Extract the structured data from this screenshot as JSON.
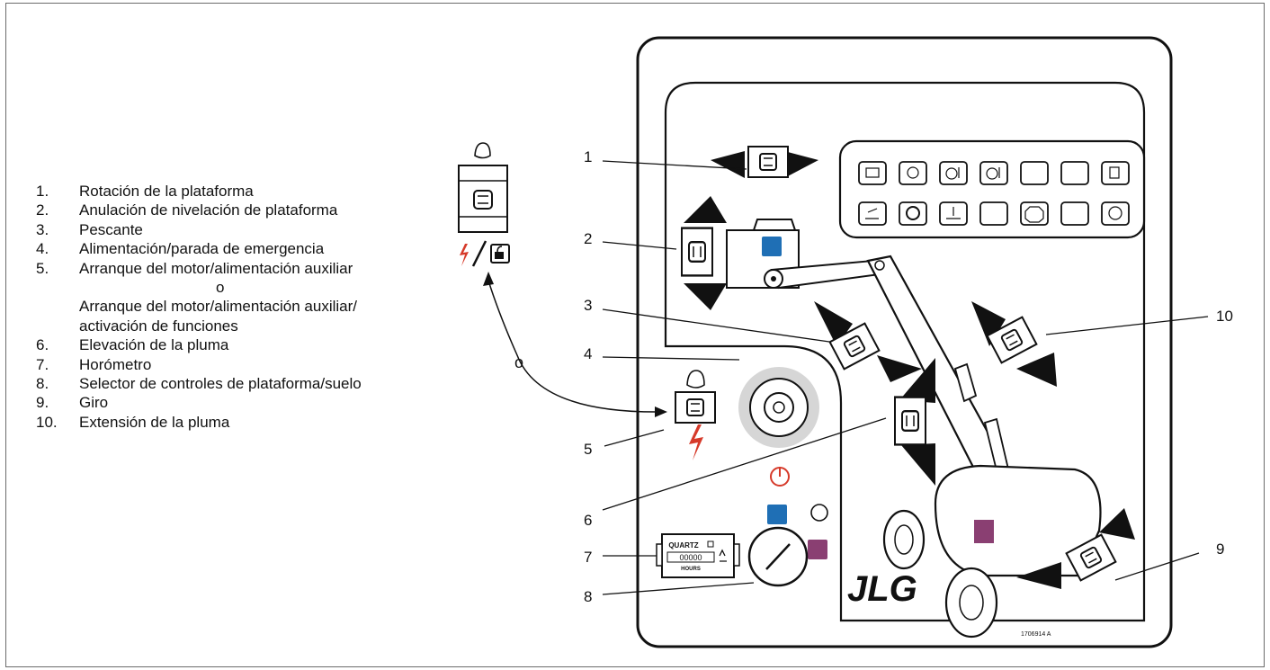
{
  "legend": {
    "items": [
      {
        "num": "1.",
        "text": "Rotación de la plataforma"
      },
      {
        "num": "2.",
        "text": "Anulación de nivelación de plataforma"
      },
      {
        "num": "3.",
        "text": "Pescante"
      },
      {
        "num": "4.",
        "text": "Alimentación/parada de emergencia"
      },
      {
        "num": "5.",
        "text": "Arranque del motor/alimentación auxiliar"
      }
    ],
    "or_word": "o",
    "item5_alt_line1": "Arranque del motor/alimentación auxiliar/",
    "item5_alt_line2": "activación de funciones",
    "items_rest": [
      {
        "num": "6.",
        "text": "Elevación de la pluma"
      },
      {
        "num": "7.",
        "text": "Horómetro"
      },
      {
        "num": "8.",
        "text": "Selector de controles de plataforma/suelo"
      },
      {
        "num": "9.",
        "text": "Giro"
      },
      {
        "num": "10.",
        "text": "Extensión de la pluma"
      }
    ]
  },
  "callouts": {
    "c1": "1",
    "c2": "2",
    "c3": "3",
    "c4": "4",
    "c5": "5",
    "c6": "6",
    "c7": "7",
    "c8": "8",
    "c9": "9",
    "c10": "10",
    "or_label": "o"
  },
  "hourmeter": {
    "brand": "QUARTZ",
    "digits": "00000",
    "unit": "HOURS"
  },
  "logo_text": "JLG",
  "part_number": "1706914 A",
  "colors": {
    "blue": "#1f6fb5",
    "purple": "#8a3f72",
    "red": "#d63a2a",
    "dark": "#111111",
    "ring": "#d6d6d6"
  }
}
